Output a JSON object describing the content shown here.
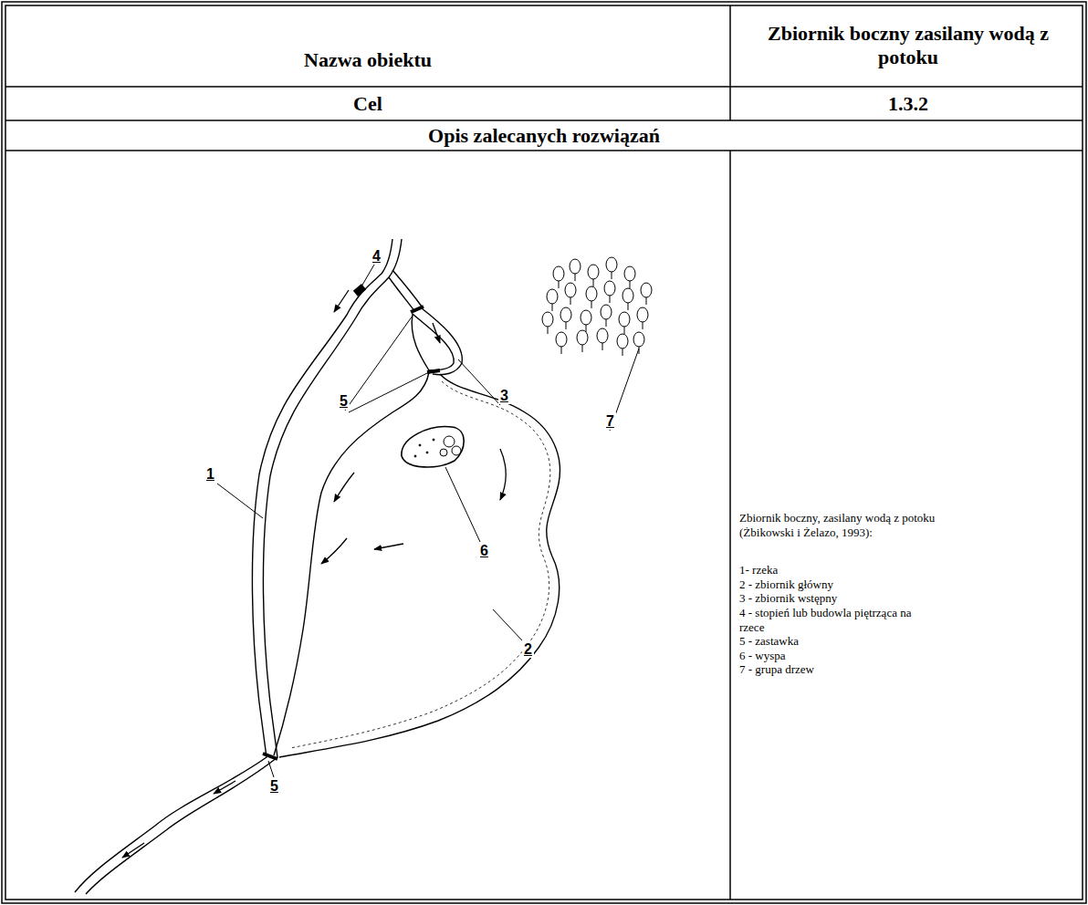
{
  "diagram": {
    "labels": [
      "Nazwa obiektu",
      "Zbiornik boczny zasilany wodą z potoku",
      "Cel",
      "1.3.2",
      "Opis zalecanych rozwiązań",
      "4",
      "5",
      "3",
      "7",
      "1",
      "6",
      "2",
      "5",
      "Zbiornik boczny, zasilany wodą z potoku (Żbikowski i Żelazo, 1993):",
      "1- rzeka",
      "2 - zbiornik główny",
      "3 - zbiornik wstępny",
      "4 - stopień lub budowla piętrząca na rzece",
      "5 - zastawka",
      "6 - wyspa",
      "7 - grupa drzew"
    ]
  }
}
